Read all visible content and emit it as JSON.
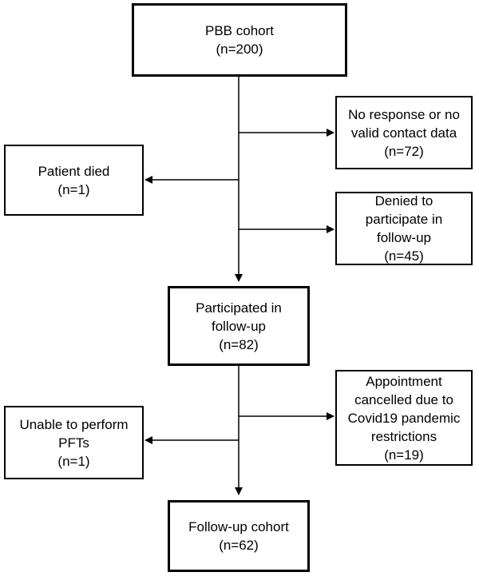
{
  "nodes": {
    "pbb_cohort": {
      "lines": [
        "PBB cohort",
        "(n=200)"
      ]
    },
    "no_response": {
      "lines": [
        "No response or no",
        "valid contact data",
        "(n=72)"
      ]
    },
    "patient_died": {
      "lines": [
        "Patient died",
        "(n=1)"
      ]
    },
    "denied": {
      "lines": [
        "Denied to",
        "participate in",
        "follow-up",
        "(n=45)"
      ]
    },
    "participated": {
      "lines": [
        "Participated in",
        "follow-up",
        "(n=82)"
      ]
    },
    "appointment_cancelled": {
      "lines": [
        "Appointment",
        "cancelled due to",
        "Covid19 pandemic",
        "restrictions",
        "(n=19)"
      ]
    },
    "unable_pft": {
      "lines": [
        "Unable to perform",
        "PFTs",
        "(n=1)"
      ]
    },
    "followup_cohort": {
      "lines": [
        "Follow-up cohort",
        "(n=62)"
      ]
    }
  }
}
